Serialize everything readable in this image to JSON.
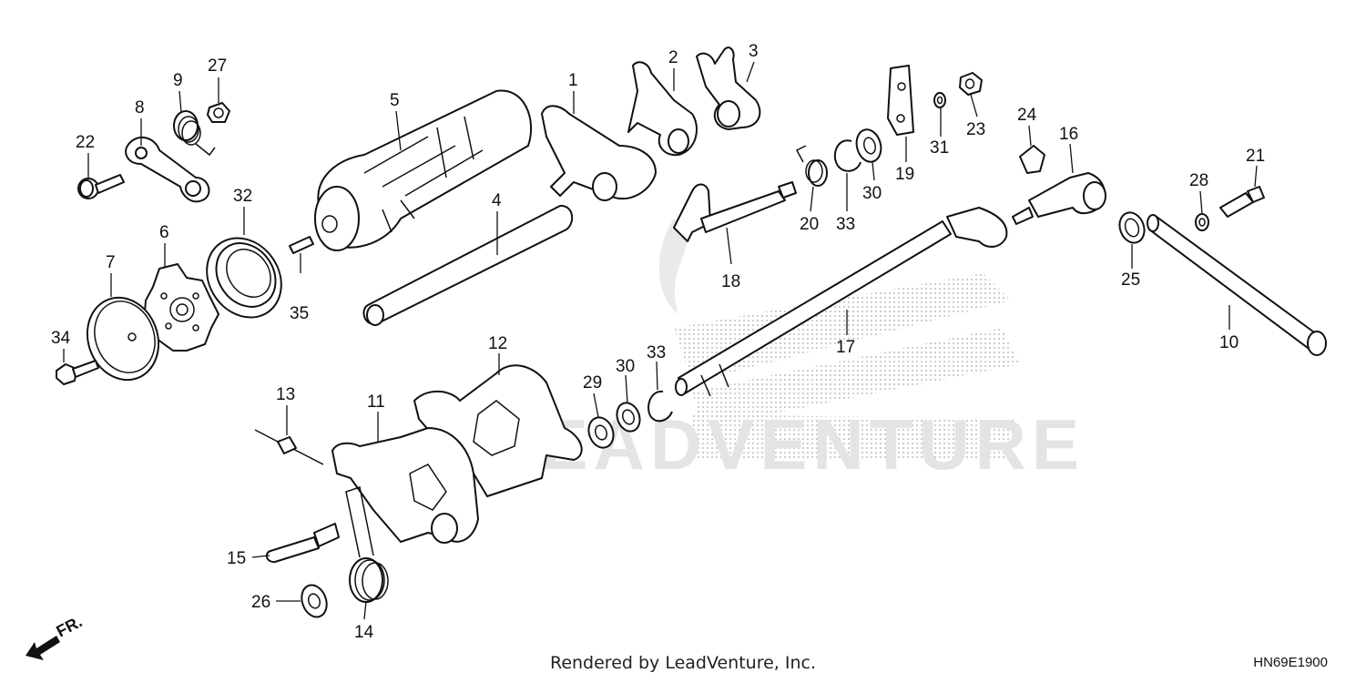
{
  "diagram": {
    "footer": "Rendered by LeadVenture, Inc.",
    "code": "HN69E1900",
    "direction_label": "FR.",
    "callouts": {
      "p1": "1",
      "p2": "2",
      "p3": "3",
      "p4": "4",
      "p5": "5",
      "p6": "6",
      "p7": "7",
      "p8": "8",
      "p9": "9",
      "p10": "10",
      "p11": "11",
      "p12": "12",
      "p13": "13",
      "p14": "14",
      "p15": "15",
      "p16": "16",
      "p17": "17",
      "p18": "18",
      "p19": "19",
      "p20": "20",
      "p21": "21",
      "p22": "22",
      "p23": "23",
      "p24": "24",
      "p25": "25",
      "p26": "26",
      "p27": "27",
      "p28": "28",
      "p29": "29",
      "p30a": "30",
      "p30b": "30",
      "p31": "31",
      "p32": "32",
      "p33a": "33",
      "p33b": "33",
      "p34": "34",
      "p35": "35"
    },
    "watermark": "LEADVENTURE",
    "colors": {
      "line": "#111111",
      "background": "#ffffff",
      "watermark": "#d6d6d6"
    }
  }
}
